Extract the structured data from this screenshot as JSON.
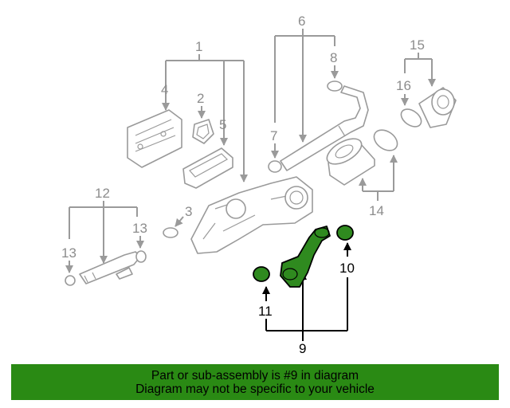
{
  "callouts": {
    "c1": "1",
    "c2": "2",
    "c3": "3",
    "c4": "4",
    "c5": "5",
    "c6": "6",
    "c7": "7",
    "c8": "8",
    "c9": "9",
    "c10": "10",
    "c11": "11",
    "c12": "12",
    "c13a": "13",
    "c13b": "13",
    "c14": "14",
    "c15": "15",
    "c16": "16"
  },
  "highlight": {
    "part": "9",
    "color": "#2f8a1f"
  },
  "banner": {
    "line1": "Part or sub-assembly is #9 in diagram",
    "line2": "Diagram may not be specific to your vehicle",
    "background": "#2a8a14"
  }
}
